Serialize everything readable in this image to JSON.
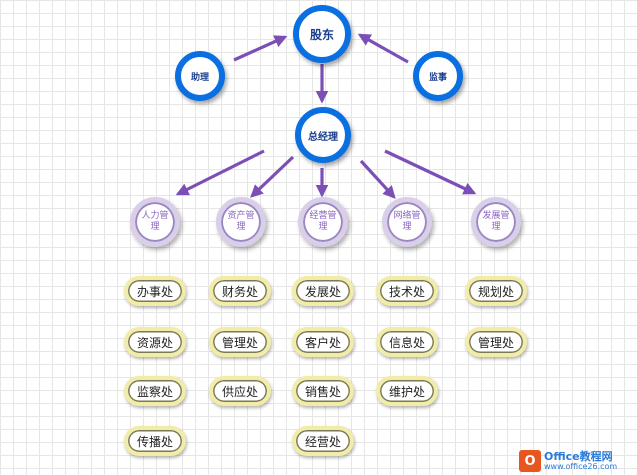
{
  "top": {
    "label": "股东"
  },
  "left_node": {
    "label": "助理"
  },
  "right_node": {
    "label": "监事"
  },
  "gm": {
    "label": "总经理"
  },
  "departments": [
    {
      "label": "人力管理",
      "children": [
        "办事处",
        "资源处",
        "监察处",
        "传播处"
      ]
    },
    {
      "label": "资产管理",
      "children": [
        "财务处",
        "管理处",
        "供应处"
      ]
    },
    {
      "label": "经营管理",
      "children": [
        "发展处",
        "客户处",
        "销售处",
        "经营处"
      ]
    },
    {
      "label": "网络管理",
      "children": [
        "技术处",
        "信息处",
        "维护处"
      ]
    },
    {
      "label": "发展管理",
      "children": [
        "规划处",
        "管理处"
      ]
    }
  ],
  "watermark": {
    "logo": "O",
    "line1": "Office教程网",
    "line2": "www.office26.com"
  },
  "colors": {
    "arrow": "#7b4fb5",
    "blue_ring": "#0a6fe0",
    "purple_ring": "#d9cfe8",
    "pill_ring": "#f2eca8"
  }
}
